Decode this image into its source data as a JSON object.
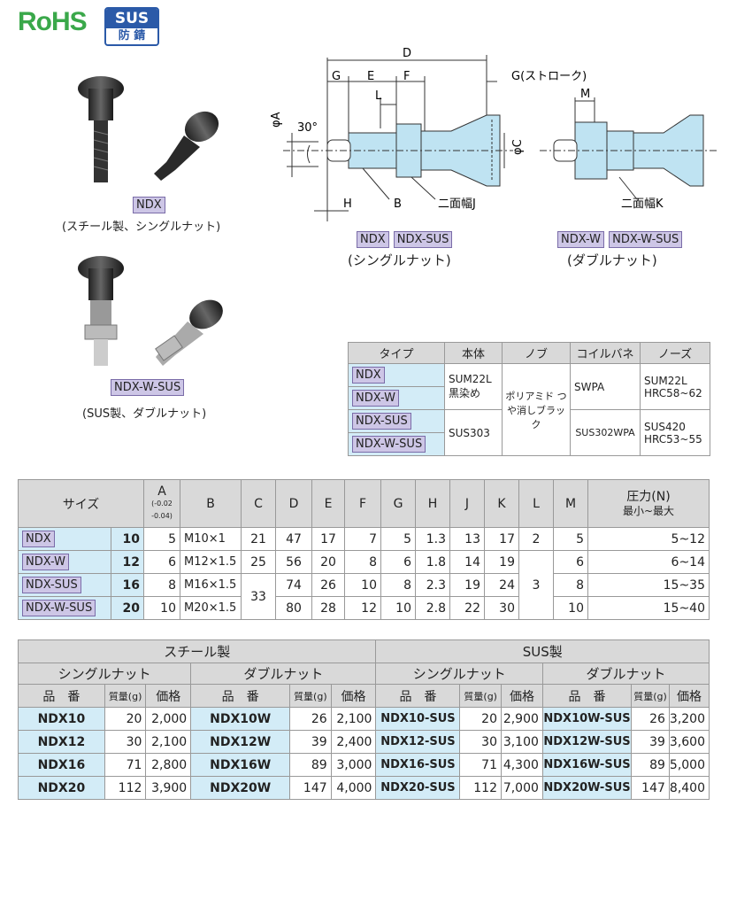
{
  "badges": {
    "rohs": "RoHS",
    "sus": "SUS",
    "sus_sub": "防 錆"
  },
  "photos": {
    "p1_label": "NDX",
    "p1_caption": "(スチール製、シングルナット)",
    "p2_label": "NDX-W-SUS",
    "p2_caption": "(SUS製、ダブルナット)"
  },
  "drawing": {
    "D": "D",
    "G": "G",
    "E": "E",
    "F": "F",
    "L": "L",
    "phiA": "φA",
    "angle": "30°",
    "stroke": "G(ストローク)",
    "M": "M",
    "phiC": "φC",
    "H": "H",
    "B": "B",
    "J": "二面幅J",
    "K": "二面幅K",
    "single_labels": [
      "NDX",
      "NDX-SUS"
    ],
    "single_caption": "(シングルナット)",
    "double_labels": [
      "NDX-W",
      "NDX-W-SUS"
    ],
    "double_caption": "(ダブルナット)"
  },
  "material": {
    "headers": [
      "タイプ",
      "本体",
      "ノブ",
      "コイルバネ",
      "ノーズ"
    ],
    "types": [
      "NDX",
      "NDX-W",
      "NDX-SUS",
      "NDX-W-SUS"
    ],
    "body": [
      "SUM22L 黒染め",
      "SUS303"
    ],
    "knob": "ポリアミド つや消しブラック",
    "spring": [
      "SWPA",
      "SUS302WPA"
    ],
    "nose": [
      [
        "SUM22L",
        "HRC58~62"
      ],
      [
        "SUS420",
        "HRC53~55"
      ]
    ]
  },
  "size": {
    "header_size": "サイズ",
    "header_A": "A",
    "tol_top": "(-0.02",
    "tol_bot": "-0.04)",
    "headers": [
      "B",
      "C",
      "D",
      "E",
      "F",
      "G",
      "H",
      "J",
      "K",
      "L",
      "M"
    ],
    "pressure": "圧力(N)",
    "pressure_sub": "最小~最大",
    "types": [
      "NDX",
      "NDX-W",
      "NDX-SUS",
      "NDX-W-SUS"
    ],
    "rows": [
      {
        "size": "10",
        "A": "5",
        "B": "M10×1",
        "C": "21",
        "D": "47",
        "E": "17",
        "F": "7",
        "G": "5",
        "H": "1.3",
        "J": "13",
        "K": "17",
        "L": "2",
        "M": "5",
        "P": "5~12"
      },
      {
        "size": "12",
        "A": "6",
        "B": "M12×1.5",
        "C": "25",
        "D": "56",
        "E": "20",
        "F": "8",
        "G": "6",
        "H": "1.8",
        "J": "14",
        "K": "19",
        "L": "",
        "M": "6",
        "P": "6~14"
      },
      {
        "size": "16",
        "A": "8",
        "B": "M16×1.5",
        "C": "33",
        "D": "74",
        "E": "26",
        "F": "10",
        "G": "8",
        "H": "2.3",
        "J": "19",
        "K": "24",
        "L": "3",
        "M": "8",
        "P": "15~35"
      },
      {
        "size": "20",
        "A": "10",
        "B": "M20×1.5",
        "C": "",
        "D": "80",
        "E": "28",
        "F": "12",
        "G": "10",
        "H": "2.8",
        "J": "22",
        "K": "30",
        "L": "",
        "M": "10",
        "P": "15~40"
      }
    ]
  },
  "price": {
    "steel": "スチール製",
    "sus": "SUS製",
    "single": "シングルナット",
    "double": "ダブルナット",
    "col_code": "品　番",
    "col_mass": "質量(g)",
    "col_price": "価格",
    "rows": [
      [
        "NDX10",
        "20",
        "2,000",
        "NDX10W",
        "26",
        "2,100",
        "NDX10-SUS",
        "20",
        "2,900",
        "NDX10W-SUS",
        "26",
        "3,200"
      ],
      [
        "NDX12",
        "30",
        "2,100",
        "NDX12W",
        "39",
        "2,400",
        "NDX12-SUS",
        "30",
        "3,100",
        "NDX12W-SUS",
        "39",
        "3,600"
      ],
      [
        "NDX16",
        "71",
        "2,800",
        "NDX16W",
        "89",
        "3,000",
        "NDX16-SUS",
        "71",
        "4,300",
        "NDX16W-SUS",
        "89",
        "5,000"
      ],
      [
        "NDX20",
        "112",
        "3,900",
        "NDX20W",
        "147",
        "4,000",
        "NDX20-SUS",
        "112",
        "7,000",
        "NDX20W-SUS",
        "147",
        "8,400"
      ]
    ]
  }
}
